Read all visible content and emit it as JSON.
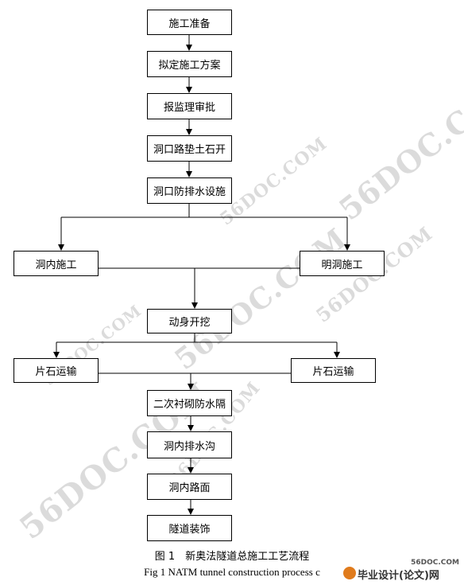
{
  "nodes": {
    "prepare": "施工准备",
    "plan": "拟定施工方案",
    "approval": "报监理审批",
    "portal_fill": "洞口路垫土石开",
    "portal_drainage": "洞口防排水设施",
    "inside_construction": "洞内施工",
    "open_cut": "明洞施工",
    "excavation": "动身开挖",
    "rubble_left": "片石运输",
    "rubble_right": "片石运输",
    "secondary_lining": "二次衬砌防水隔",
    "drain_ditch": "洞内排水沟",
    "road_surface": "洞内路面",
    "decoration": "隧道装饰"
  },
  "caption": {
    "zh": "图 1　新奥法隧道总施工工艺流程",
    "en": "Fig 1 NATM tunnel construction process c"
  },
  "watermark": "56DOC.COM",
  "logo": {
    "domain": "56DOC.COM",
    "name": "毕业设计(论文)网"
  }
}
